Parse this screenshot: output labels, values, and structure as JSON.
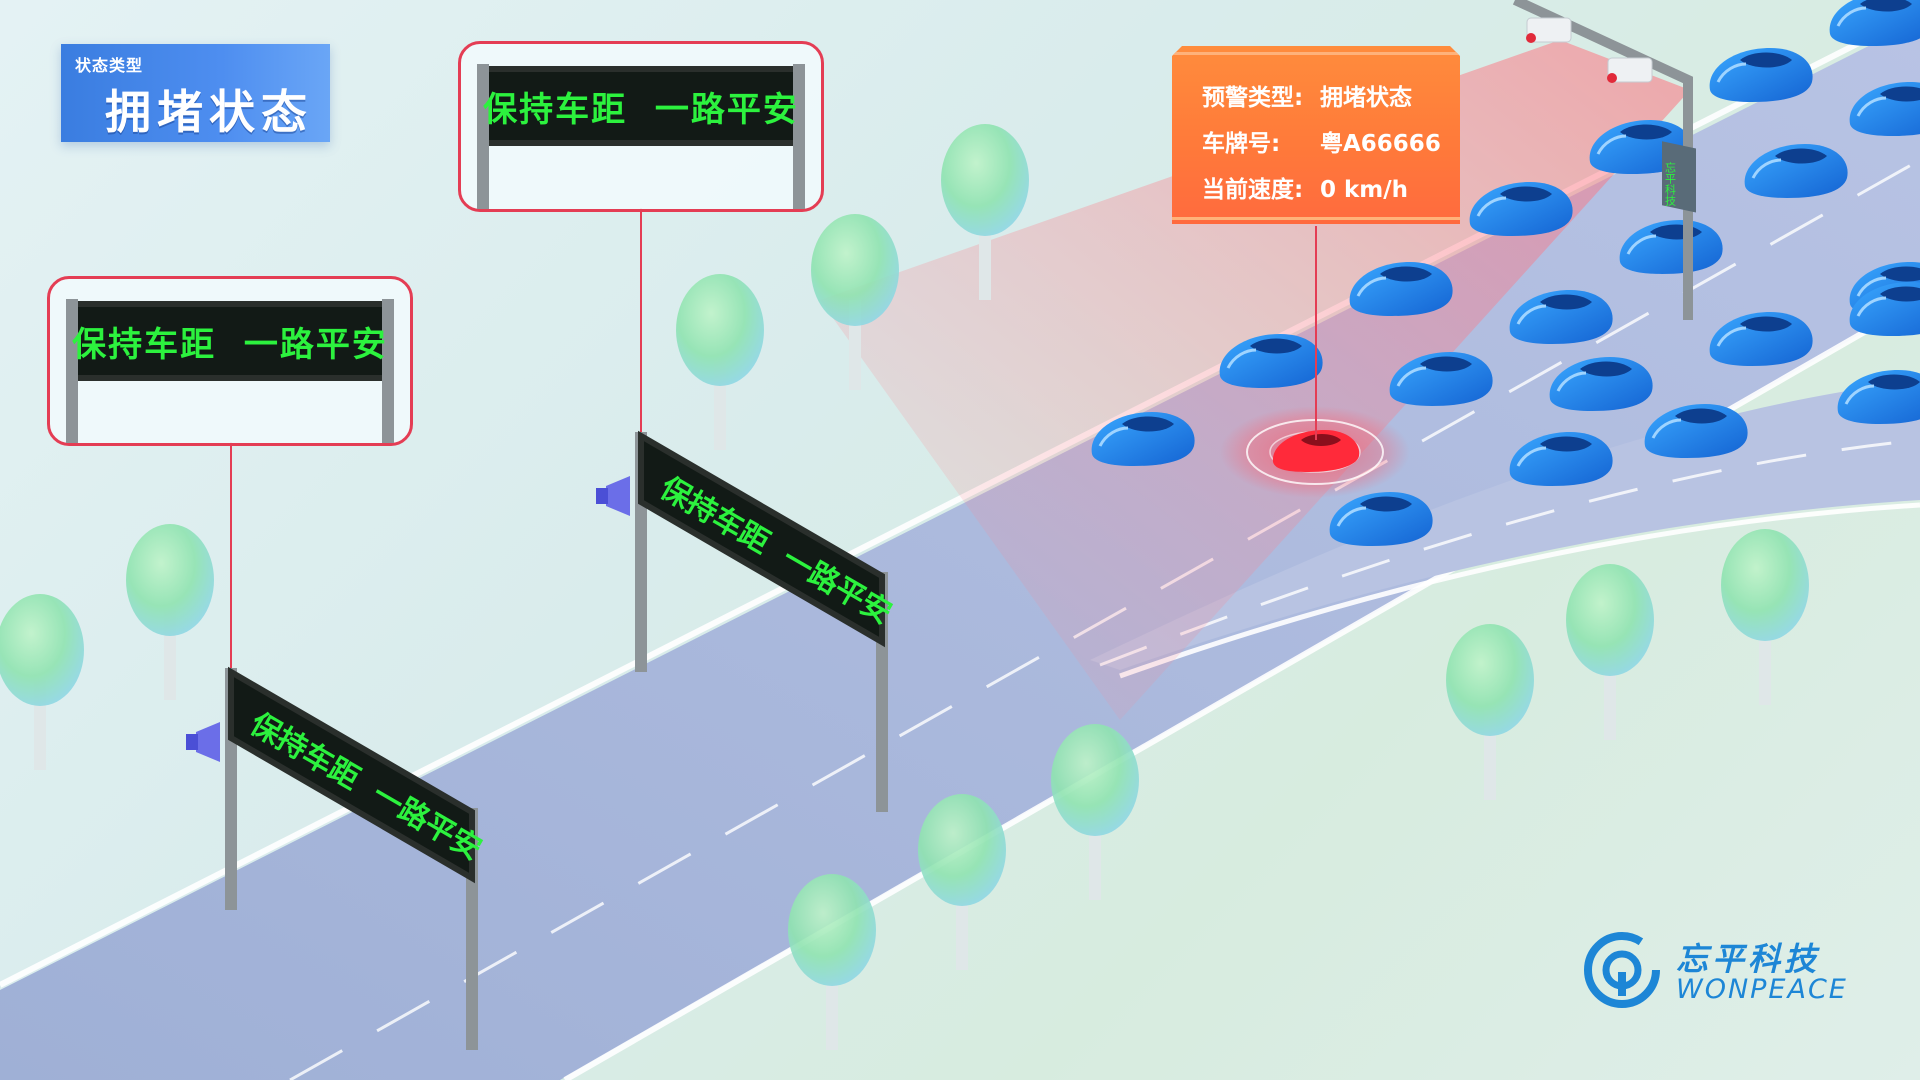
{
  "status": {
    "label": "状态类型",
    "value": "拥堵状态"
  },
  "signs": {
    "message": "保持车距  一路平安",
    "callouts": [
      "保持车距  一路平安",
      "保持车距  一路平安"
    ],
    "gantries": [
      "保持车距  一路平安",
      "保持车距  一路平安"
    ]
  },
  "pole_sign": "忘平科技",
  "alert": {
    "type_label": "预警类型:",
    "type_value": "拥堵状态",
    "plate_label": "车牌号:",
    "plate_value": "粤A66666",
    "speed_label": "当前速度:",
    "speed_value": "0 km/h"
  },
  "logo": {
    "name_zh": "忘平科技",
    "name_en": "WONPEACE"
  },
  "colors": {
    "status_card": "#4e8ef0",
    "callout_border": "#e43d54",
    "alert_panel": "#ff7a3a",
    "sign_text": "#2cf23e",
    "car": "#1f7fe0",
    "alert_car": "#ff2a3a",
    "road": "#a9b6d8",
    "logo": "#1d86d6"
  },
  "icons": [
    "megaphone-icon",
    "camera-icon",
    "wonpeace-logo-icon"
  ]
}
